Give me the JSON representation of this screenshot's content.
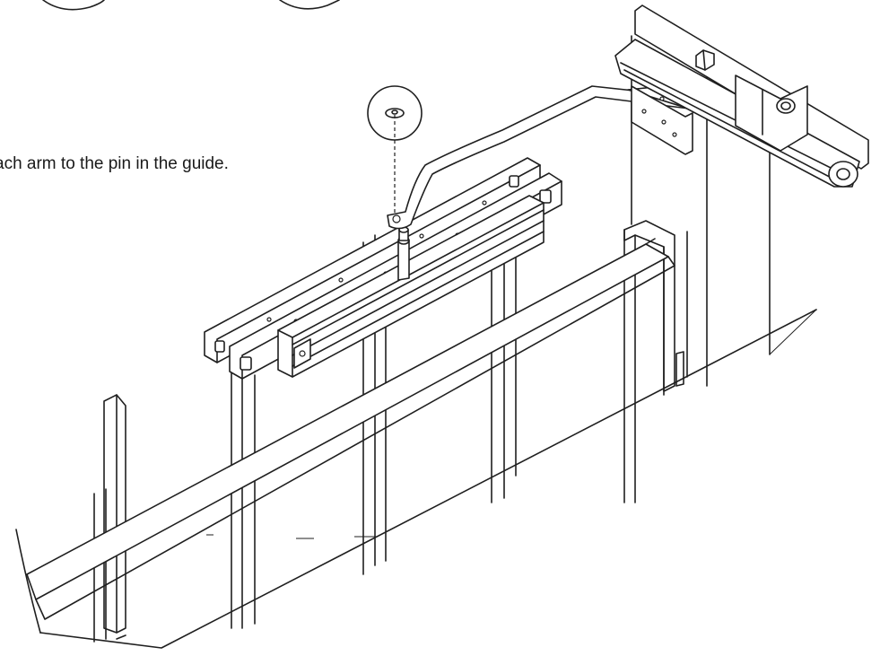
{
  "diagram": {
    "instruction_text": "ach arm to the pin in the guide.",
    "colors": {
      "line": "#1f1f1f",
      "background": "#ffffff"
    },
    "parts": [
      "door-closer",
      "closer-arm",
      "pin-detail-callout",
      "guide-pin",
      "track-guide",
      "mounting-bracket",
      "door-frame",
      "handrail"
    ]
  }
}
